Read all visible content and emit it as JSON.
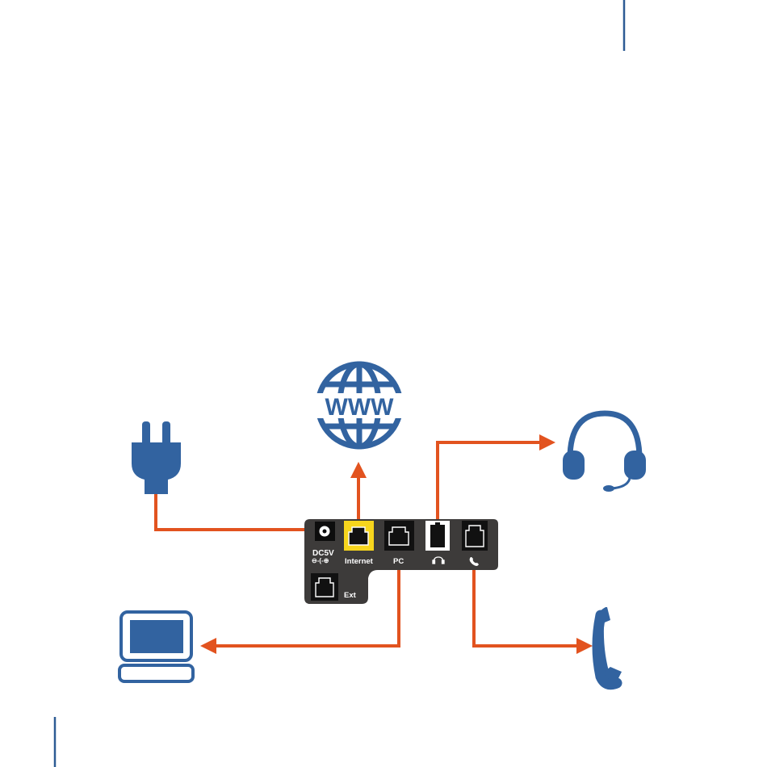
{
  "ports": {
    "power": {
      "label": "DC5V",
      "polarity": "⊖-(-⊕"
    },
    "internet": {
      "label": "Internet"
    },
    "pc": {
      "label": "PC"
    },
    "headset": {
      "icon": "headset-glyph-icon"
    },
    "handset": {
      "icon": "handset-glyph-icon"
    },
    "ext": {
      "label": "Ext"
    }
  },
  "devices": {
    "power": "power-plug-icon",
    "internet": "www-globe-icon",
    "headset": "headset-icon",
    "computer": "computer-icon",
    "handset": "phone-handset-icon"
  },
  "colors": {
    "device_blue": "#3263a0",
    "connector_orange": "#e2531f",
    "panel_gray": "#3d3b3a",
    "internet_port_yellow": "#f7d51d",
    "accent_line_blue": "#2d5b94"
  }
}
